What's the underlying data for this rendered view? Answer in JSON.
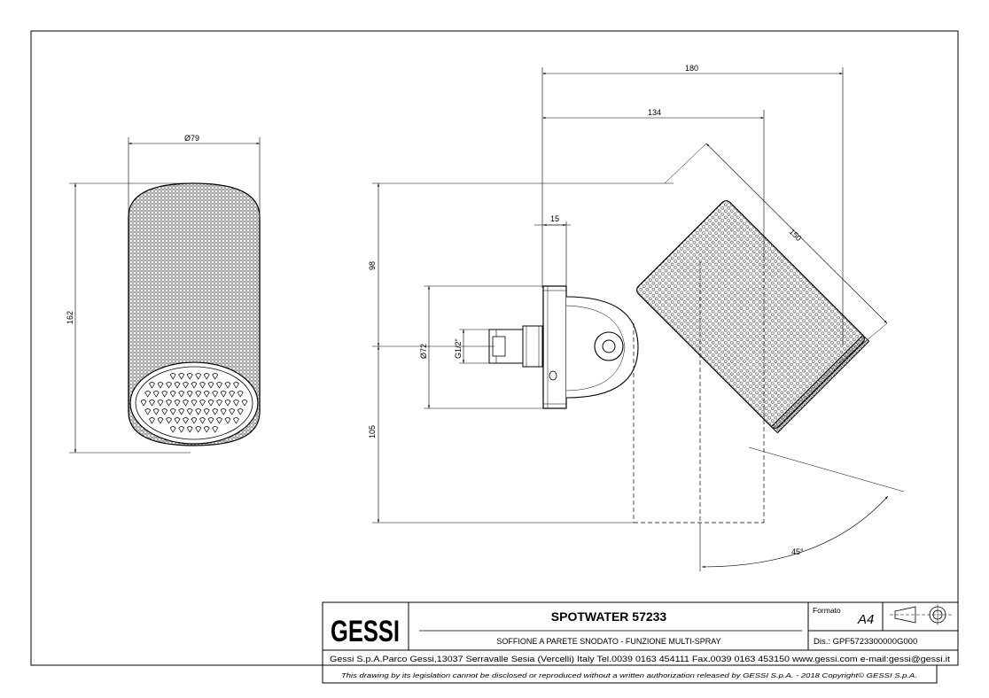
{
  "dimensions": {
    "front_diameter": "Ø79",
    "front_height": "162",
    "side_total_width": "180",
    "side_width": "134",
    "side_length": "150",
    "side_flange": "15",
    "side_upper_height": "98",
    "side_lower_height": "105",
    "side_flange_diameter": "Ø72",
    "side_thread": "G1/2\"",
    "side_angle": "45°"
  },
  "title_block": {
    "logo": "GESSI",
    "product_title": "SPOTWATER 57233",
    "product_subtitle": "SOFFIONE A PARETE SNODATO - FUNZIONE MULTI-SPRAY",
    "format_label": "Formato",
    "format_value": "A4",
    "drawing_number": "Dis.: GPF5723300000G000",
    "company_info": "Gessi S.p.A.Parco Gessi,13037 Serravalle Sesia (Vercelli) Italy Tel.0039 0163 454111 Fax.0039 0163 453150 www.gessi.com e-mail:gessi@gessi.it",
    "disclaimer": "This drawing by its legislation cannot be disclosed or reproduced without a written authorization released by GESSI S.p.A. - 2018 Copyright© GESSI S.p.A."
  }
}
